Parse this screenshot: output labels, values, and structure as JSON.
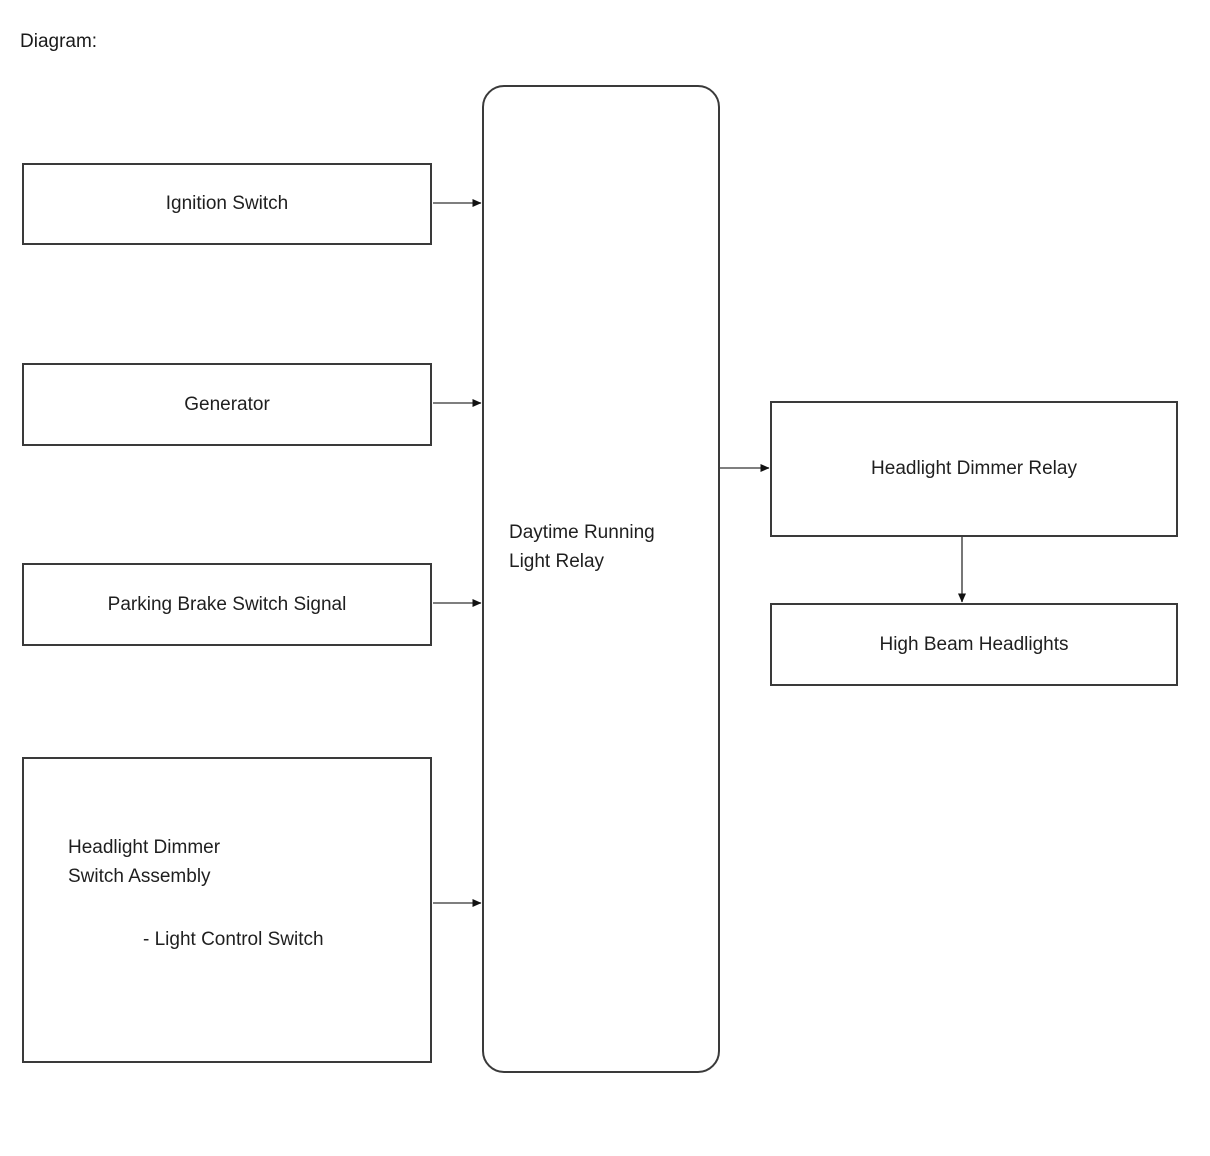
{
  "caption": "Diagram:",
  "theme": {
    "background": "#ffffff",
    "node_border": "#3a3a3a",
    "node_fill": "#ffffff",
    "text": "#1f1f1f",
    "edge": "#2b2b2b"
  },
  "nodes": {
    "ignition_switch": {
      "label": "Ignition Switch"
    },
    "generator": {
      "label": "Generator"
    },
    "parking_brake_switch_signal": {
      "label": "Parking Brake Switch Signal"
    },
    "headlight_dimmer_switch_assembly": {
      "line1": "Headlight Dimmer",
      "line2": "Switch Assembly",
      "line3": "- Light Control Switch"
    },
    "daytime_running_light_relay": {
      "line1": "Daytime Running",
      "line2": "Light Relay"
    },
    "headlight_dimmer_relay": {
      "label": "Headlight Dimmer Relay"
    },
    "high_beam_headlights": {
      "label": "High Beam Headlights"
    }
  },
  "edges": [
    {
      "from": "ignition_switch",
      "to": "daytime_running_light_relay"
    },
    {
      "from": "generator",
      "to": "daytime_running_light_relay"
    },
    {
      "from": "parking_brake_switch_signal",
      "to": "daytime_running_light_relay"
    },
    {
      "from": "headlight_dimmer_switch_assembly",
      "to": "daytime_running_light_relay"
    },
    {
      "from": "daytime_running_light_relay",
      "to": "headlight_dimmer_relay"
    },
    {
      "from": "headlight_dimmer_relay",
      "to": "high_beam_headlights"
    }
  ]
}
